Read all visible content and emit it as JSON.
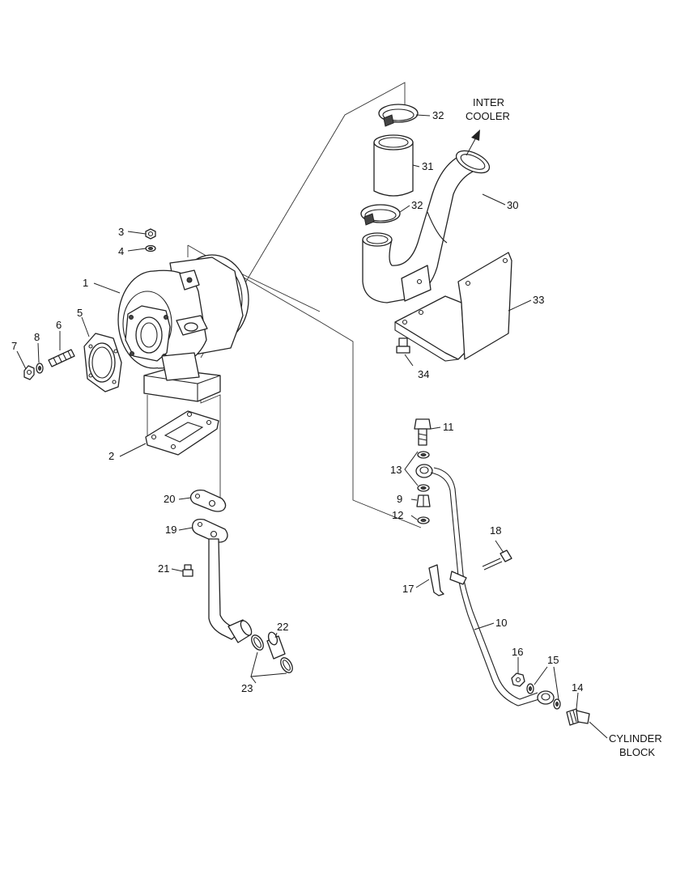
{
  "callouts": {
    "c1": "1",
    "c2": "2",
    "c3": "3",
    "c4": "4",
    "c5": "5",
    "c6": "6",
    "c7": "7",
    "c8": "8",
    "c9": "9",
    "c10": "10",
    "c11": "11",
    "c12": "12",
    "c13": "13",
    "c14": "14",
    "c15": "15",
    "c16": "16",
    "c17": "17",
    "c18": "18",
    "c19": "19",
    "c20": "20",
    "c21": "21",
    "c22": "22",
    "c23": "23",
    "c30": "30",
    "c31": "31",
    "c32a": "32",
    "c32b": "32",
    "c33": "33",
    "c34": "34"
  },
  "annotations": {
    "intercooler_line1": "INTER",
    "intercooler_line2": "COOLER",
    "cylinder_line1": "CYLINDER",
    "cylinder_line2": "BLOCK"
  },
  "icons": {
    "flow_arrow": "arrow-up-right-icon"
  }
}
